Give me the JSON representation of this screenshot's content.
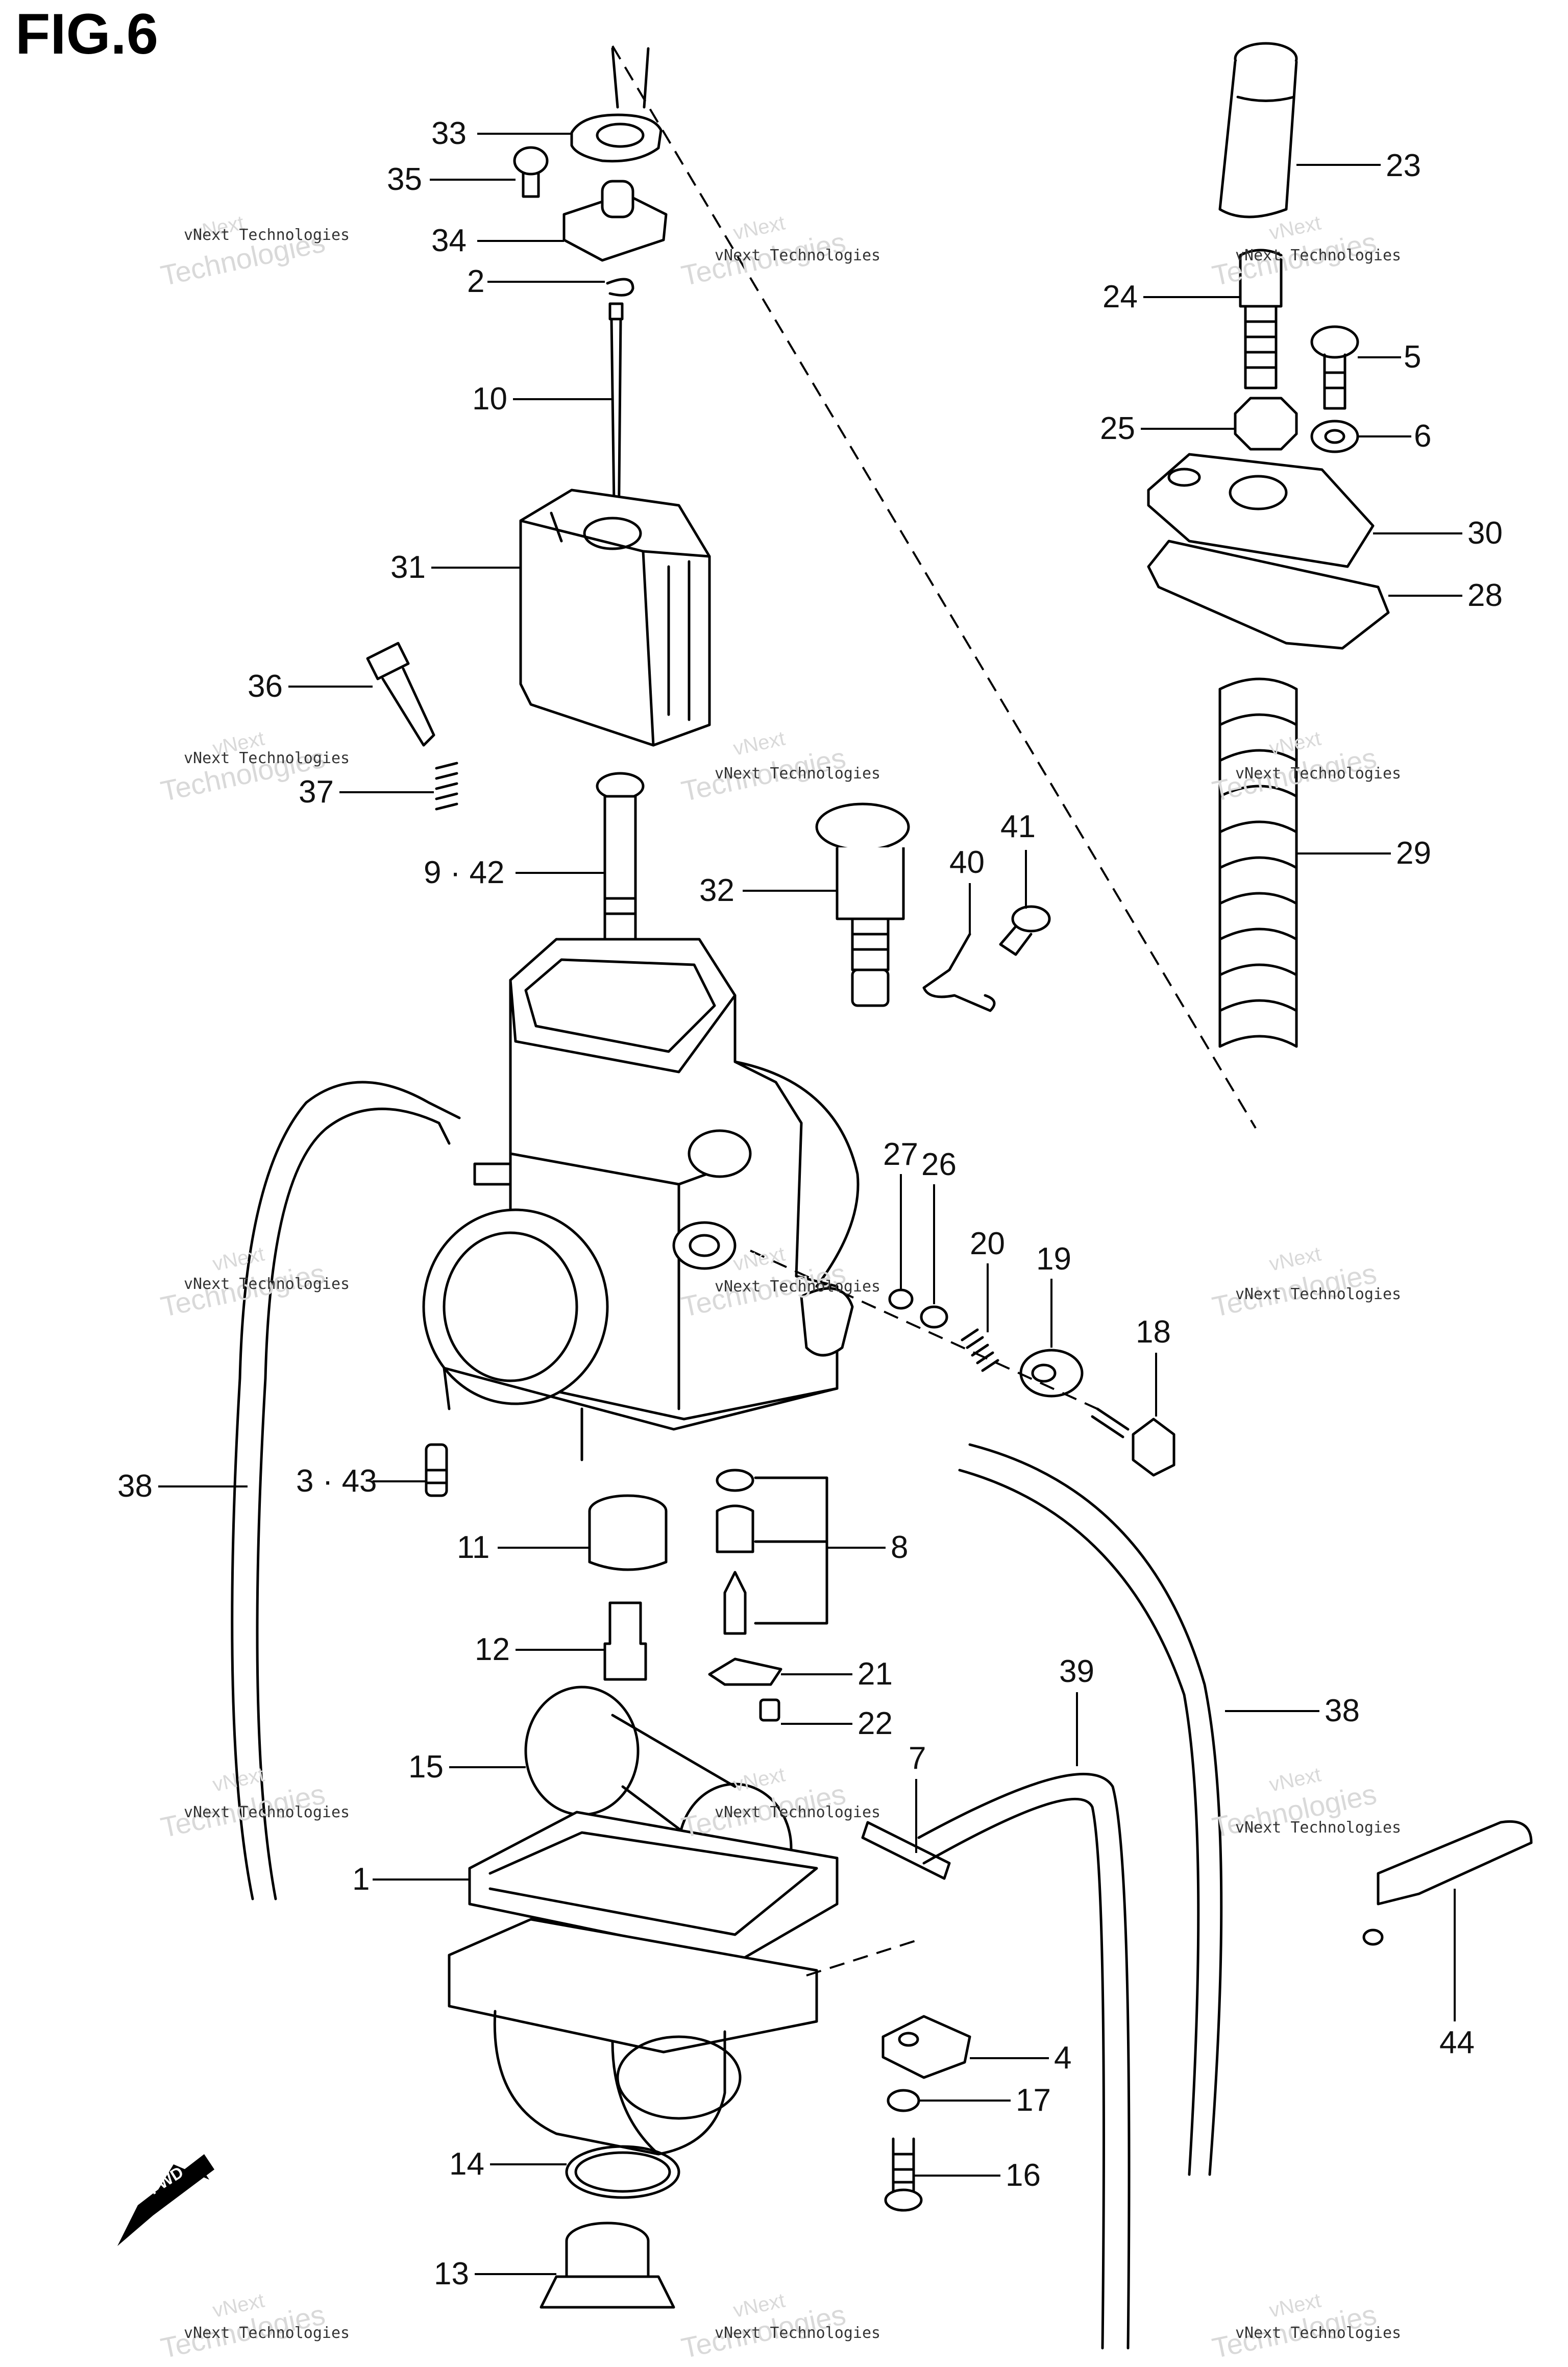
{
  "figure": {
    "title": "FIG.6"
  },
  "watermark": {
    "line1": "vNext Technologies",
    "line2": "Technologies",
    "line3": "vNext"
  },
  "fwd_label": "FWD",
  "callouts": [
    {
      "id": "33",
      "text": "33"
    },
    {
      "id": "35",
      "text": "35"
    },
    {
      "id": "34",
      "text": "34"
    },
    {
      "id": "2",
      "text": "2"
    },
    {
      "id": "10",
      "text": "10"
    },
    {
      "id": "31",
      "text": "31"
    },
    {
      "id": "36",
      "text": "36"
    },
    {
      "id": "37",
      "text": "37"
    },
    {
      "id": "9-42",
      "text": "9 · 42"
    },
    {
      "id": "32",
      "text": "32"
    },
    {
      "id": "40",
      "text": "40"
    },
    {
      "id": "41",
      "text": "41"
    },
    {
      "id": "23",
      "text": "23"
    },
    {
      "id": "24",
      "text": "24"
    },
    {
      "id": "5",
      "text": "5"
    },
    {
      "id": "25",
      "text": "25"
    },
    {
      "id": "6",
      "text": "6"
    },
    {
      "id": "30",
      "text": "30"
    },
    {
      "id": "28",
      "text": "28"
    },
    {
      "id": "29",
      "text": "29"
    },
    {
      "id": "27",
      "text": "27"
    },
    {
      "id": "26",
      "text": "26"
    },
    {
      "id": "20",
      "text": "20"
    },
    {
      "id": "19",
      "text": "19"
    },
    {
      "id": "18",
      "text": "18"
    },
    {
      "id": "38a",
      "text": "38"
    },
    {
      "id": "3-43",
      "text": "3 · 43"
    },
    {
      "id": "11",
      "text": "11"
    },
    {
      "id": "8",
      "text": "8"
    },
    {
      "id": "12",
      "text": "12"
    },
    {
      "id": "21",
      "text": "21"
    },
    {
      "id": "22",
      "text": "22"
    },
    {
      "id": "39",
      "text": "39"
    },
    {
      "id": "38b",
      "text": "38"
    },
    {
      "id": "15",
      "text": "15"
    },
    {
      "id": "7",
      "text": "7"
    },
    {
      "id": "1",
      "text": "1"
    },
    {
      "id": "44",
      "text": "44"
    },
    {
      "id": "4",
      "text": "4"
    },
    {
      "id": "17",
      "text": "17"
    },
    {
      "id": "14",
      "text": "14"
    },
    {
      "id": "16",
      "text": "16"
    },
    {
      "id": "13",
      "text": "13"
    }
  ]
}
